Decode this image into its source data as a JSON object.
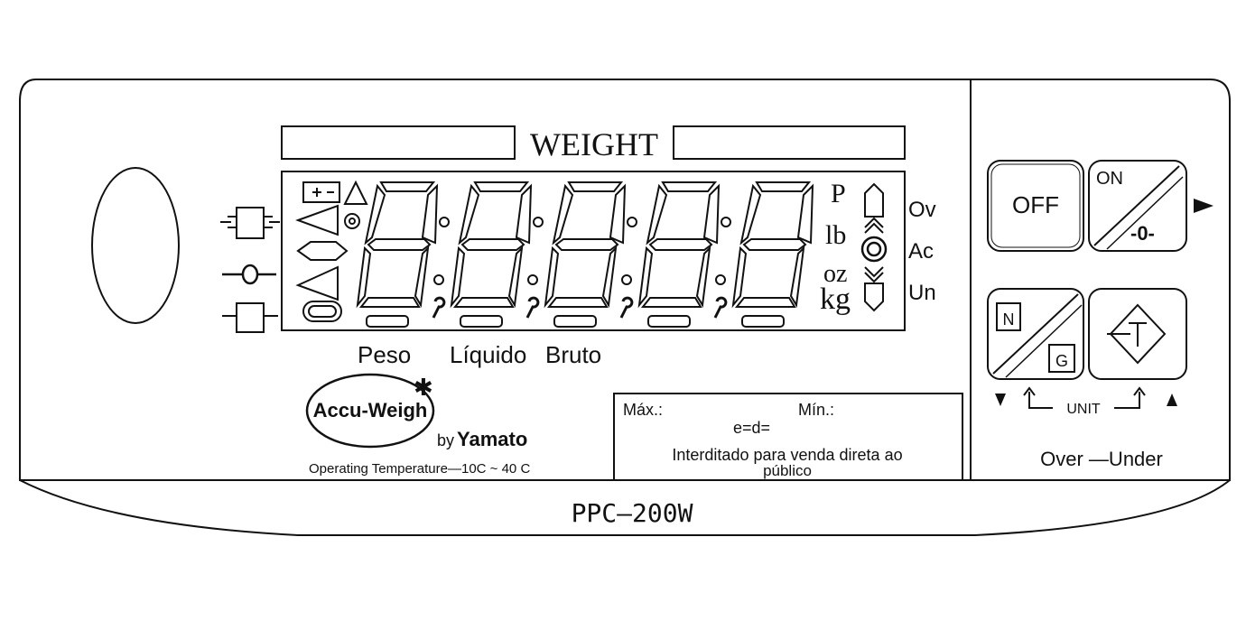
{
  "display": {
    "title": "WEIGHT",
    "digit_count": 5,
    "units": {
      "p": "P",
      "lb": "lb",
      "oz": "oz",
      "kg": "kg"
    },
    "status": {
      "ov": "Ov",
      "ac": "Ac",
      "un": "Un"
    },
    "labels": {
      "peso": "Peso",
      "liquido": "Líquido",
      "bruto": "Bruto"
    }
  },
  "brand": {
    "logo_text": "Accu-Weigh",
    "by": "by",
    "maker": "Yamato",
    "operating_temp": "Operating Temperature—10C ~ 40 C"
  },
  "spec_box": {
    "max": "Máx.:",
    "min": "Mín.:",
    "e_d": "e=d=",
    "note": "Interditado para venda direta ao",
    "note_line2": "público"
  },
  "model": "PPC—200W",
  "keypad": {
    "off": "OFF",
    "on": "ON",
    "zero": "-0-",
    "n": "N",
    "g": "G",
    "unit": "UNIT",
    "over_under": "Over —Under"
  },
  "icons": {
    "left_annunciators": [
      "load-cell-icon",
      "zero-arrow-icon",
      "weight-out-icon"
    ],
    "display_annunciators": [
      "battery-icon",
      "triangle-icon",
      "gear-icon",
      "hold-icon"
    ],
    "indicators": [
      "up-chevron-icon",
      "center-circle-icon",
      "down-chevron-icon"
    ]
  }
}
